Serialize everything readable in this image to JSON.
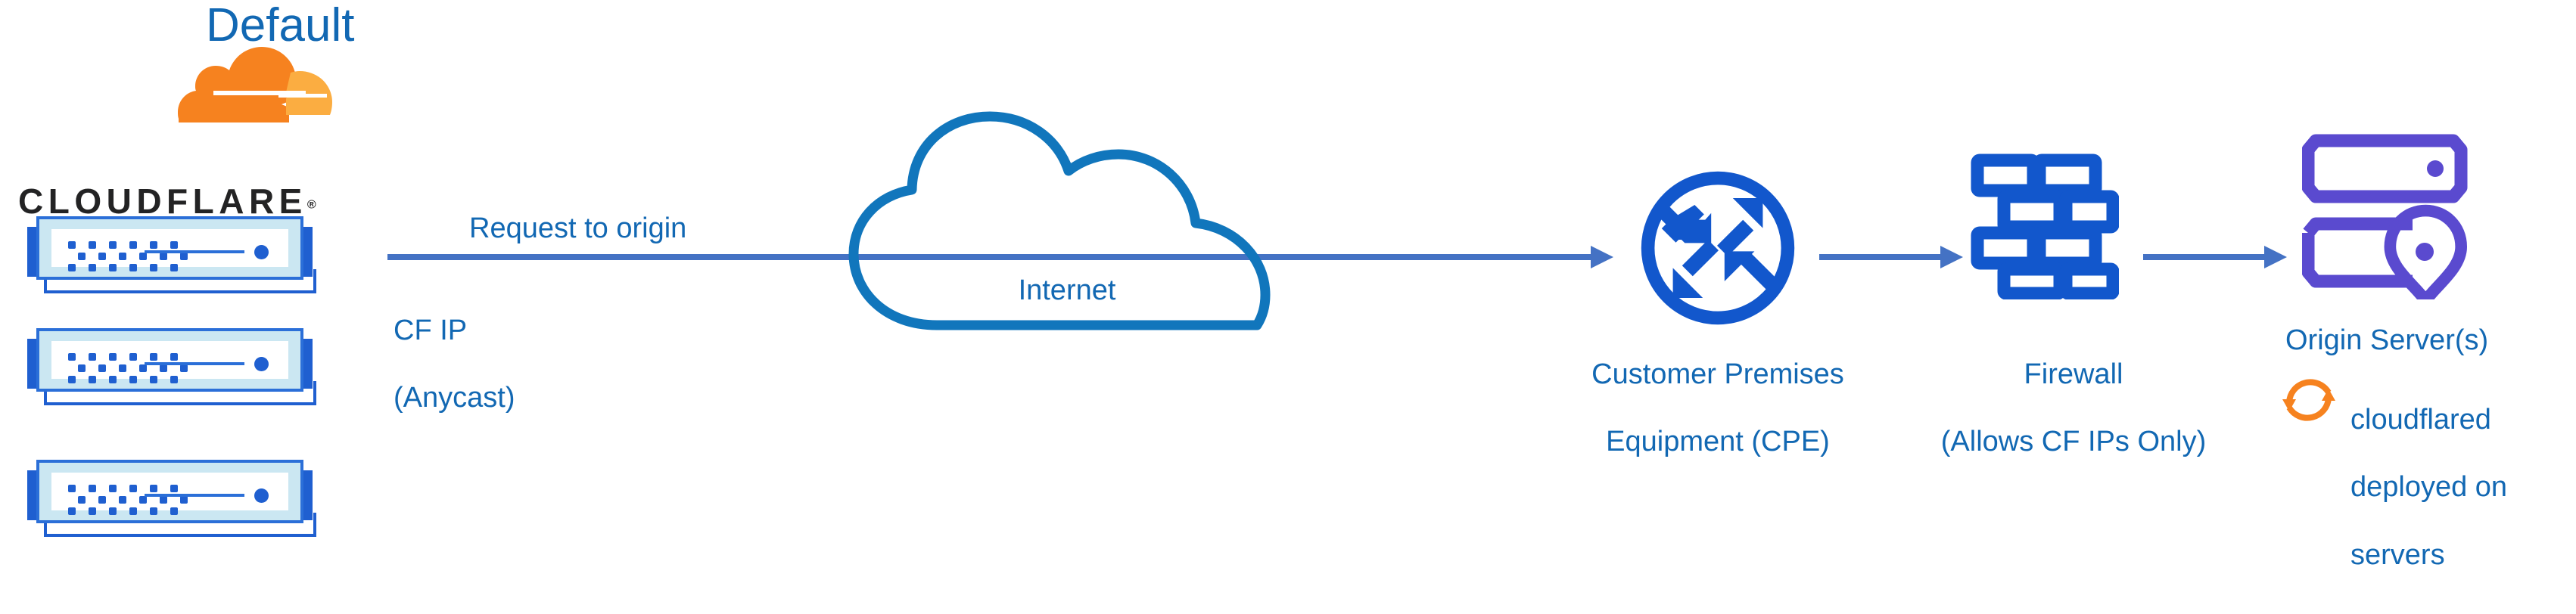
{
  "title": "Default",
  "brand": {
    "wordmark": "CLOUDFLARE",
    "registered": "®",
    "logo_orange": "#F6821F",
    "logo_orange_light": "#FBAD41",
    "wordmark_color": "#232324"
  },
  "colors": {
    "text_blue": "#1268B3",
    "arrow_blue": "#4472C4",
    "icon_blue": "#1257CC",
    "cloud_blue": "#1176BC",
    "origin_purple": "#5A4ACF",
    "cloudflared_orange": "#F6821F",
    "device_blue": "#1F5FD0",
    "device_fill": "#CBE7F2",
    "background": "#FFFFFF"
  },
  "nodes": {
    "cloudflare_edge": {
      "name": "cloudflare-edge-servers",
      "device_count": 3
    },
    "internet": {
      "label": "Internet",
      "icon": "cloud-icon"
    },
    "cpe": {
      "label": "Customer Premises\nEquipment (CPE)",
      "line1": "Customer Premises",
      "line2": "Equipment (CPE)",
      "icon": "router-four-arrows-circle-icon"
    },
    "firewall": {
      "label": "Firewall\n(Allows CF IPs Only)",
      "line1": "Firewall",
      "line2": "(Allows CF IPs Only)",
      "icon": "brick-wall-icon"
    },
    "origin": {
      "label": "Origin Server(s)",
      "icon": "server-rack-location-pin-icon"
    }
  },
  "annotations": {
    "request_to_origin": "Request to origin",
    "cf_ip_line1": "CF IP",
    "cf_ip_line2": "(Anycast)",
    "cloudflared_line1": "cloudflared",
    "cloudflared_line2": "deployed on",
    "cloudflared_line3": "servers",
    "cloudflared_icon": "refresh-sync-arrows-icon"
  },
  "flow": [
    {
      "from": "cloudflare-edge-servers",
      "to": "customer-premises-equipment",
      "label": "Request to origin",
      "via": "Internet"
    },
    {
      "from": "customer-premises-equipment",
      "to": "firewall",
      "label": ""
    },
    {
      "from": "firewall",
      "to": "origin-servers",
      "label": ""
    }
  ]
}
